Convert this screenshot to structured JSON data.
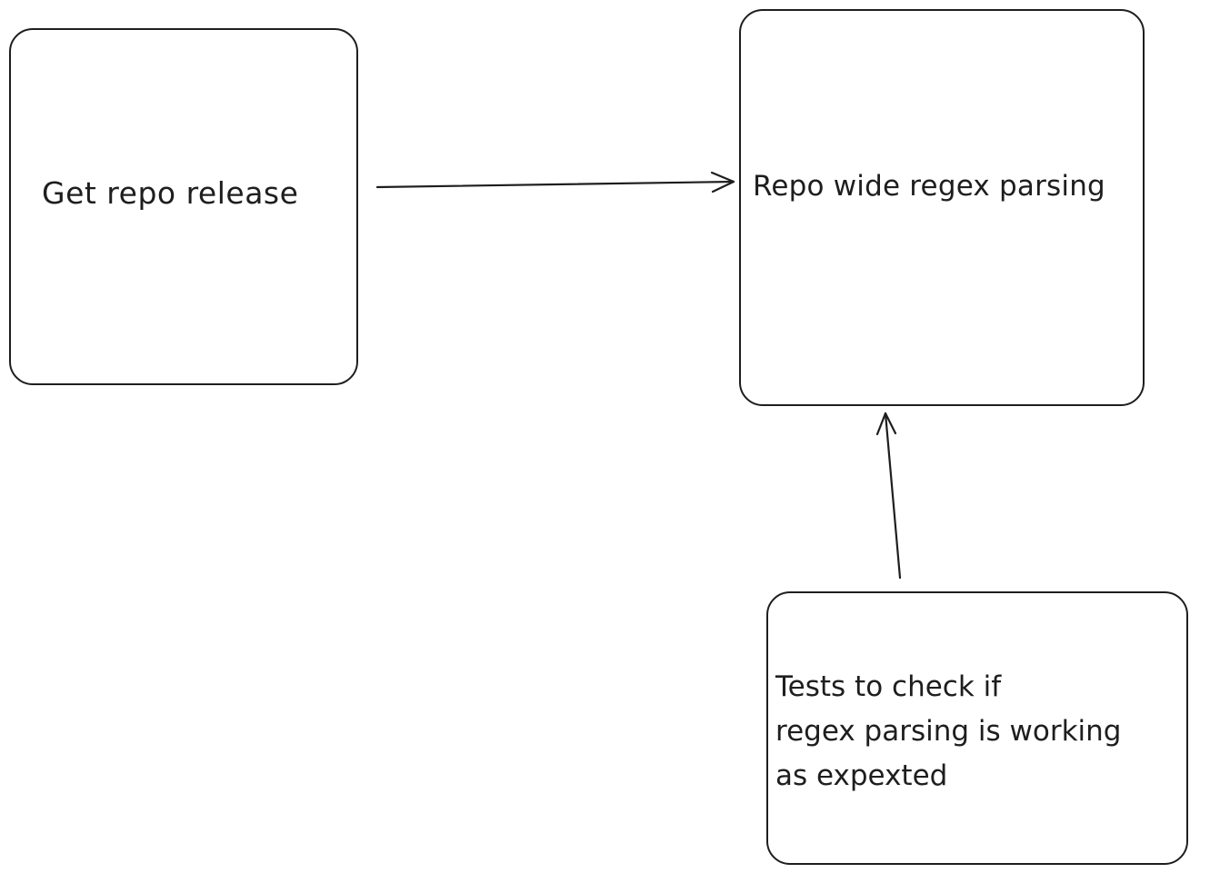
{
  "diagram": {
    "nodes": [
      {
        "id": "get-release",
        "label": "Get repo release"
      },
      {
        "id": "regex-parsing",
        "label": "Repo wide regex parsing"
      },
      {
        "id": "tests",
        "label_lines": [
          "Tests to check if",
          "regex parsing is working",
          "as expexted"
        ]
      }
    ],
    "edges": [
      {
        "from": "get-release",
        "to": "regex-parsing"
      },
      {
        "from": "tests",
        "to": "regex-parsing"
      }
    ],
    "colors": {
      "stroke": "#1e1e1e",
      "background": "#ffffff"
    }
  }
}
